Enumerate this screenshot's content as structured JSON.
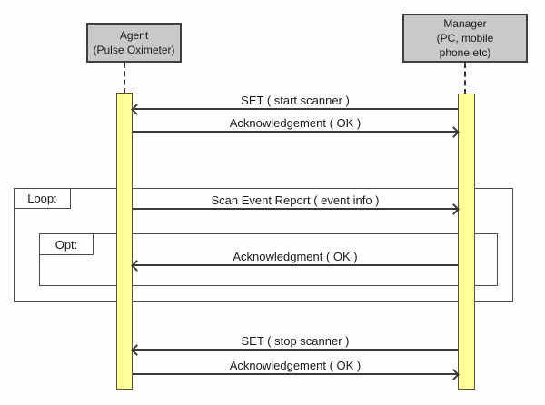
{
  "diagram_type": "uml-sequence-diagram",
  "actors": {
    "agent": {
      "name": "Agent",
      "detail": "(Pulse Oximeter)"
    },
    "manager": {
      "name": "Manager",
      "detail_lines": [
        "(PC, mobile",
        "phone etc)"
      ]
    }
  },
  "fragments": {
    "loop": {
      "label": "Loop:"
    },
    "opt": {
      "label": "Opt:"
    }
  },
  "messages": [
    {
      "label": "SET ( start scanner )",
      "direction": "left"
    },
    {
      "label": "Acknowledgement ( OK )",
      "direction": "right"
    },
    {
      "label": "Scan Event Report ( event info )",
      "direction": "right"
    },
    {
      "label": "Acknowledgment ( OK )",
      "direction": "left"
    },
    {
      "label": "SET ( stop scanner )",
      "direction": "left"
    },
    {
      "label": "Acknowledgement ( OK )",
      "direction": "right"
    }
  ],
  "colors": {
    "background": "#fefefe",
    "actor_fill": "#c9c9c9",
    "actor_border": "#3f3f3f",
    "activation_fill": "#ffff99",
    "activation_border": "#55553a",
    "message_line": "#3a3a3a",
    "fragment_border": "#4a4a4a",
    "text": "#1a1a1a"
  }
}
